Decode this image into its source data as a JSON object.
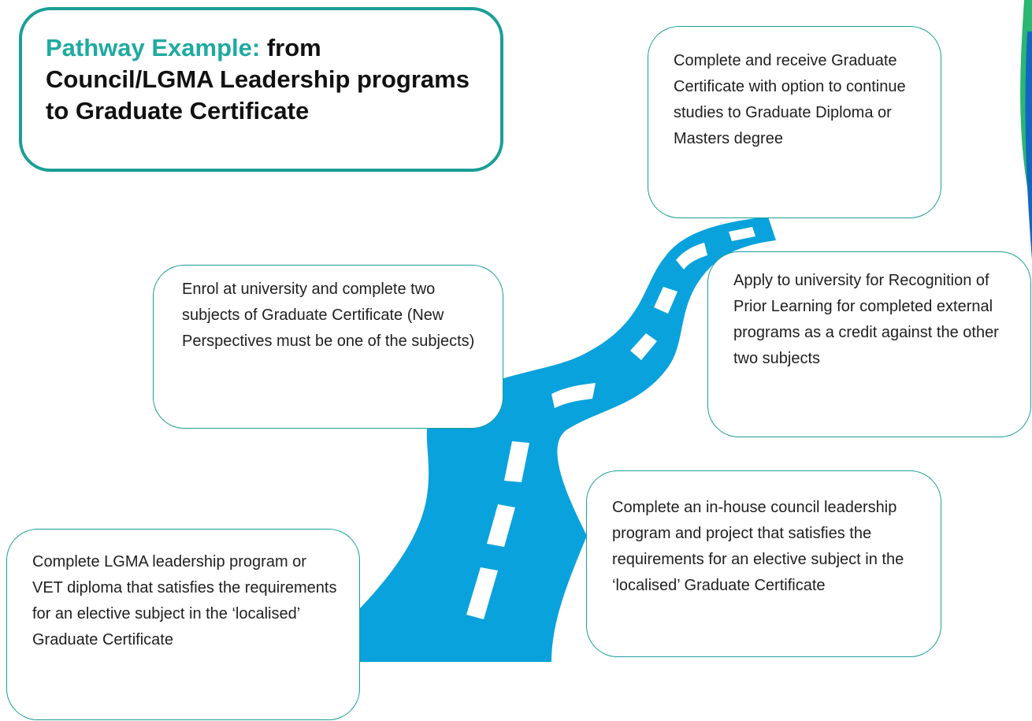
{
  "title": {
    "accent": "Pathway Example:",
    "rest": " from Council/LGMA Leadership programs to Graduate Certificate"
  },
  "steps": [
    {
      "id": "graduate-certificate",
      "text": "Complete and receive Graduate Certificate with option to continue studies to Graduate Diploma or Masters degree"
    },
    {
      "id": "enrol-university",
      "text": "Enrol at university and complete two subjects of Graduate Certificate (New Perspectives must be one of the subjects)"
    },
    {
      "id": "recognition-prior-learning",
      "text": "Apply to university for Recognition of Prior Learning for completed external programs as a credit against the other two subjects"
    },
    {
      "id": "in-house-program",
      "text": "Complete an in-house council leadership program and project that satisfies the requirements for an elective subject in the ‘localised’ Graduate Certificate"
    },
    {
      "id": "lgma-program",
      "text": "Complete LGMA leadership program or VET diploma that satisfies the requirements for an elective subject in the ‘localised’ Graduate Certificate"
    }
  ],
  "colors": {
    "road": "#0aa2dc",
    "road_marking": "#ffffff",
    "box_border": "#1a9e97",
    "title_accent": "#1faaa1",
    "swoosh_green": "#2bb673",
    "swoosh_blue": "#1565c0"
  }
}
